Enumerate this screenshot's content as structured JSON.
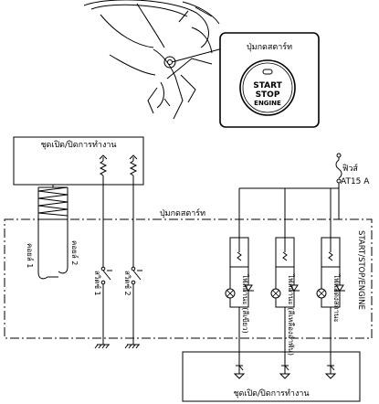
{
  "inset": {
    "title": "ปุ่มกดสตาร์ท",
    "button_lines": [
      "START",
      "STOP",
      "ENGINE"
    ]
  },
  "top_unit": {
    "label": "ชุดเปิด/ปิดการทำงาน"
  },
  "bottom_unit": {
    "label": "ชุดเปิด/ปิดการทำงาน"
  },
  "fuse": {
    "label": "ฟิวส์",
    "rating": "AT15 A"
  },
  "main_box": {
    "title": "ปุ่มกดสตาร์ท",
    "side_label": "START/STOP/ENGINE"
  },
  "coils": {
    "coil1": "คอยล์ 1",
    "coil2": "คอยล์ 2"
  },
  "switches": {
    "sw1": "สวิตซ์ 1",
    "sw2": "สวิตซ์ 2"
  },
  "lamps": {
    "green": "ไฟสถานะ (สีเขียว)",
    "amber": "ไฟสถานะ (สีเหลืองอำพัน)",
    "illum": "ไฟแสดงสถานะ"
  }
}
